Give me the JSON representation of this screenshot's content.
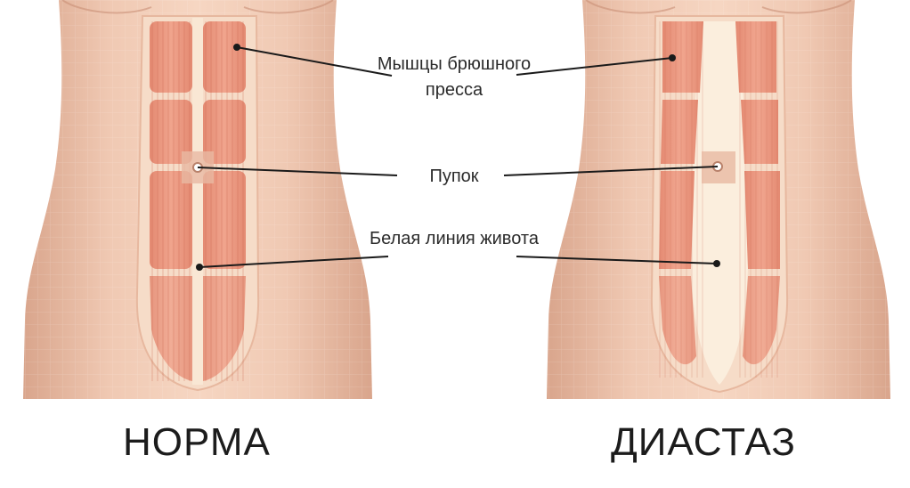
{
  "figure": {
    "left_title": "НОРМА",
    "right_title": "ДИАСТАЗ",
    "labels": {
      "muscles": "Мышцы брюшного пресса",
      "navel": "Пупок",
      "linea_alba": "Белая линия живота"
    }
  },
  "colors": {
    "skin": "#f2cdb7",
    "skin_shadow": "#dfa98f",
    "muscle": "#e9917a",
    "muscle_dark": "#d9745c",
    "tendon": "#f8e3cf",
    "leader_line": "#1a1a1a"
  }
}
